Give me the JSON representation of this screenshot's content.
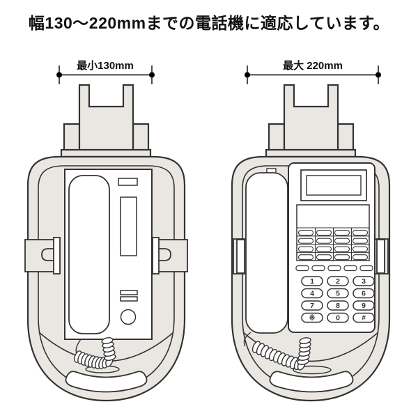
{
  "title": "幅130〜220mmまでの電話機に適応しています。",
  "min_diagram": {
    "dimension_label": "最小130mm"
  },
  "max_diagram": {
    "dimension_label": "最大 220mm",
    "keypad": [
      "1",
      "2",
      "3",
      "4",
      "5",
      "6",
      "7",
      "8",
      "9",
      "※",
      "0",
      "#"
    ]
  },
  "colors": {
    "holder_fill": "#eae7e2",
    "outline": "#333333",
    "phone_fill": "#ffffff",
    "dimension_color": "#000000",
    "key_text": "#333333"
  }
}
